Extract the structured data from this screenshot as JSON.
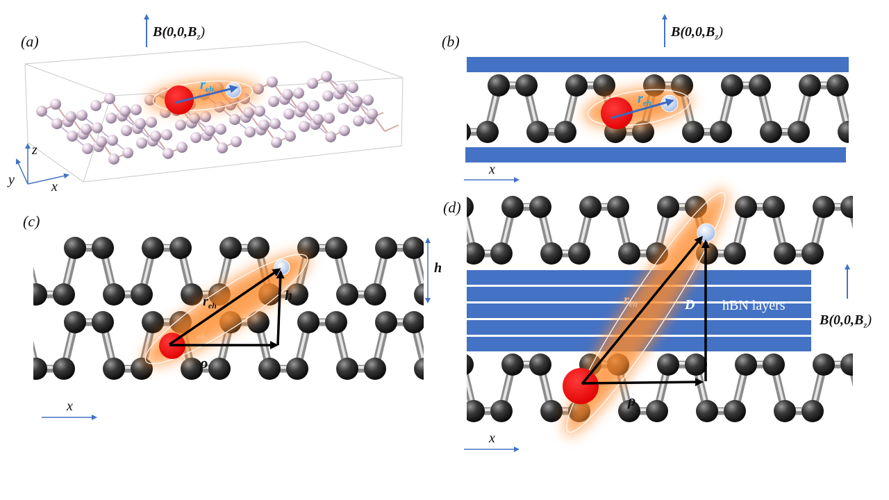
{
  "panels": {
    "a": {
      "label": "(a)",
      "field": "B(0,0,B",
      "field_sub": "z",
      "vector": "r",
      "vector_sub": "eh",
      "axis_x": "x",
      "axis_y": "y",
      "axis_z": "z"
    },
    "b": {
      "label": "(b)",
      "field": "B(0,0,B",
      "field_sub": "z",
      "vector": "r",
      "vector_sub": "eh",
      "axis_x": "x"
    },
    "c": {
      "label": "(c)",
      "vector": "r",
      "vector_sub": "eh",
      "vector_faint_sub": "eh",
      "h_side": "h",
      "h_inner": "h",
      "rho": "ρ",
      "axis_x": "x"
    },
    "d": {
      "label": "(d)",
      "vector": "r",
      "vector_sub": "eh",
      "distance": "D",
      "layers": "hBN layers",
      "field": "B(0,0,B",
      "field_sub": "z",
      "rho": "ρ",
      "axis_x": "x"
    }
  },
  "colors": {
    "electron": "#ff0000",
    "hole": "#c9d8f0",
    "hbn": "#4472c4",
    "axis_arrow": "#4472c4",
    "glow": "#ff8a2a",
    "vector_blue": "#3b6ac0",
    "vector_label": "#1aa3e0",
    "atom": "#2a2a2a",
    "bond": "#a6a6a6"
  }
}
